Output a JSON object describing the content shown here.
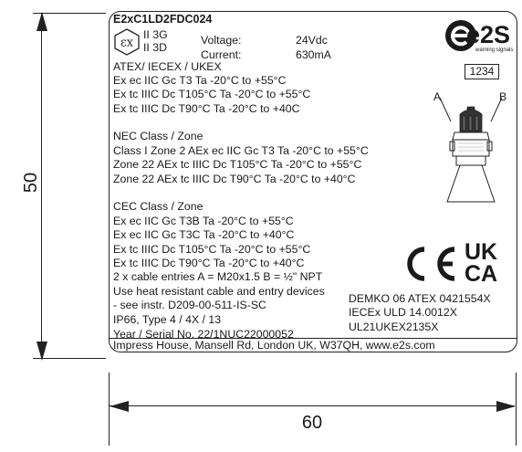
{
  "label": {
    "model": "E2xC1LD2FDC024",
    "atex_mark": "εx",
    "gas_group": "II 3G",
    "dust_group": "II 3D",
    "voltage_label": "Voltage:",
    "voltage_value": "24Vdc",
    "current_label": "Current:",
    "current_value": "630mA",
    "cert_header": "ATEX/ IECEX / UKEX",
    "atex_lines": [
      "Ex ec IIC Gc T3 Ta -20°C to +55°C",
      "Ex tc IIIC Dc T105°C Ta -20°C to +55°C",
      "Ex tc IIIC Dc T90°C Ta -20°C to +40C"
    ],
    "nec_header": "NEC Class / Zone",
    "nec_lines": [
      "Class I Zone 2 AEx ec IIC Gc T3 Ta -20°C to +55°C",
      "Zone 22 AEx tc IIIC Dc T105°C Ta -20°C to +55°C",
      "Zone 22 AEx tc IIIC Dc T90°C Ta -20°C to +40°C"
    ],
    "cec_header": "CEC Class / Zone",
    "cec_lines": [
      "Ex ec IIC Gc T3B Ta -20°C to +55°C",
      "Ex ec IIC Gc T3C Ta -20°C to +40°C",
      "Ex tc IIIC Dc T105°C Ta -20°C to +55°C",
      "Ex tc IIIC Dc T90°C Ta -20°C to +40°C"
    ],
    "cable_entries": "2 x cable entries A = M20x1.5 B = ½\" NPT",
    "heat_line_1": "Use heat resistant cable and entry devices",
    "heat_line_2": "- see instr. D209-00-511-IS-SC",
    "ip_rating": "IP66, Type 4 / 4X / 13",
    "serial": "Year / Serial No. 22/1NUC22000052",
    "certs": [
      "DEMKO 06 ATEX 0421554X",
      "IECEx ULD 14.0012X",
      "UL21UKEX2135X"
    ],
    "address": "Impress House, Mansell Rd, London UK, W37QH, www.e2s.com",
    "logo_text": "e2S",
    "logo_tagline": "warning signals",
    "box_number": "1234",
    "point_a": "A",
    "point_b": "B",
    "ce_mark": "CE",
    "ukca_top": "UK",
    "ukca_bottom": "CA"
  },
  "dimensions": {
    "height": "50",
    "width": "60"
  }
}
